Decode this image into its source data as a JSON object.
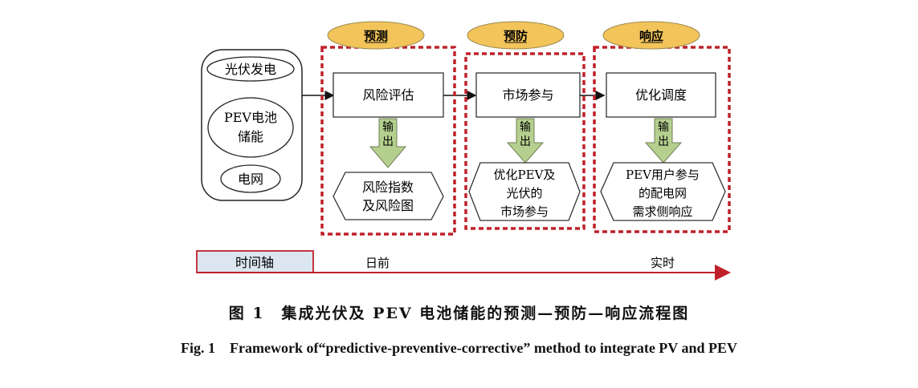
{
  "inputs": [
    "光伏发电",
    "PEV电池",
    "储能",
    "电网"
  ],
  "stages": [
    {
      "label": "预测",
      "process": "风险评估",
      "output_label": [
        "输",
        "出"
      ],
      "result": [
        "风险指数",
        "及风险图"
      ]
    },
    {
      "label": "预防",
      "process": "市场参与",
      "output_label": [
        "输",
        "出"
      ],
      "result": [
        "优化PEV及",
        "光伏的",
        "市场参与"
      ]
    },
    {
      "label": "响应",
      "process": "优化调度",
      "output_label": [
        "输",
        "出"
      ],
      "result": [
        "PEV用户参与",
        "的配电网",
        "需求侧响应"
      ]
    }
  ],
  "timeline": {
    "axis_label": "时间轴",
    "start_label": "日前",
    "end_label": "实时"
  },
  "caption": {
    "cn": "图 1　集成光伏及 PEV 电池储能的预测—预防—响应流程图",
    "en": "Fig. 1　Framework of“predictive-preventive-corrective” method to integrate PV and PEV"
  },
  "colors": {
    "ellipse_fill": "#f2c45a",
    "dashed_border": "#c0202a",
    "output_arrow": "#b5cf8e",
    "timeline_arrow": "#c0202a",
    "axis_box_fill": "#dbe6f1"
  }
}
